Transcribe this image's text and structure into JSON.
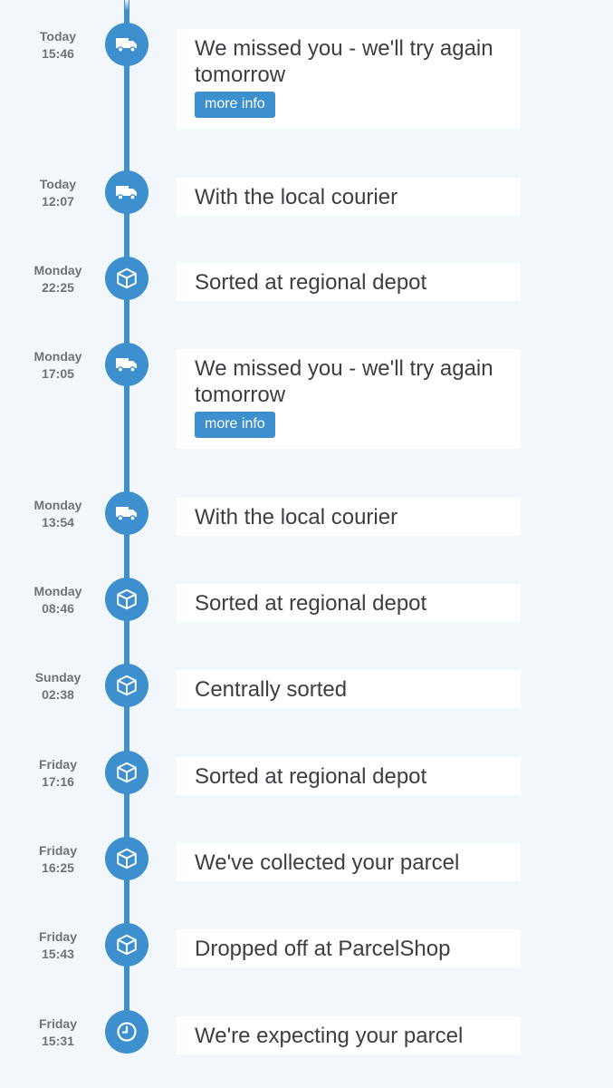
{
  "theme": {
    "accent": "#3d8fcd",
    "background": "#f2f7fc",
    "card": "#ffffff",
    "text": "#3b3f44",
    "time_text": "#6f7377"
  },
  "events": [
    {
      "day": "Today",
      "time": "15:46",
      "icon": "truck-icon",
      "status": "We missed you - we'll try again tomorrow",
      "action_label": "more info"
    },
    {
      "day": "Today",
      "time": "12:07",
      "icon": "truck-icon",
      "status": "With the local courier"
    },
    {
      "day": "Monday",
      "time": "22:25",
      "icon": "package-icon",
      "status": "Sorted at regional depot"
    },
    {
      "day": "Monday",
      "time": "17:05",
      "icon": "truck-icon",
      "status": "We missed you - we'll try again tomorrow",
      "action_label": "more info"
    },
    {
      "day": "Monday",
      "time": "13:54",
      "icon": "truck-icon",
      "status": "With the local courier"
    },
    {
      "day": "Monday",
      "time": "08:46",
      "icon": "package-icon",
      "status": "Sorted at regional depot"
    },
    {
      "day": "Sunday",
      "time": "02:38",
      "icon": "package-icon",
      "status": "Centrally sorted"
    },
    {
      "day": "Friday",
      "time": "17:16",
      "icon": "package-icon",
      "status": "Sorted at regional depot"
    },
    {
      "day": "Friday",
      "time": "16:25",
      "icon": "package-icon",
      "status": "We've collected your parcel"
    },
    {
      "day": "Friday",
      "time": "15:43",
      "icon": "package-icon",
      "status": "Dropped off at ParcelShop"
    },
    {
      "day": "Friday",
      "time": "15:31",
      "icon": "clock-icon",
      "status": "We're expecting your parcel"
    }
  ]
}
